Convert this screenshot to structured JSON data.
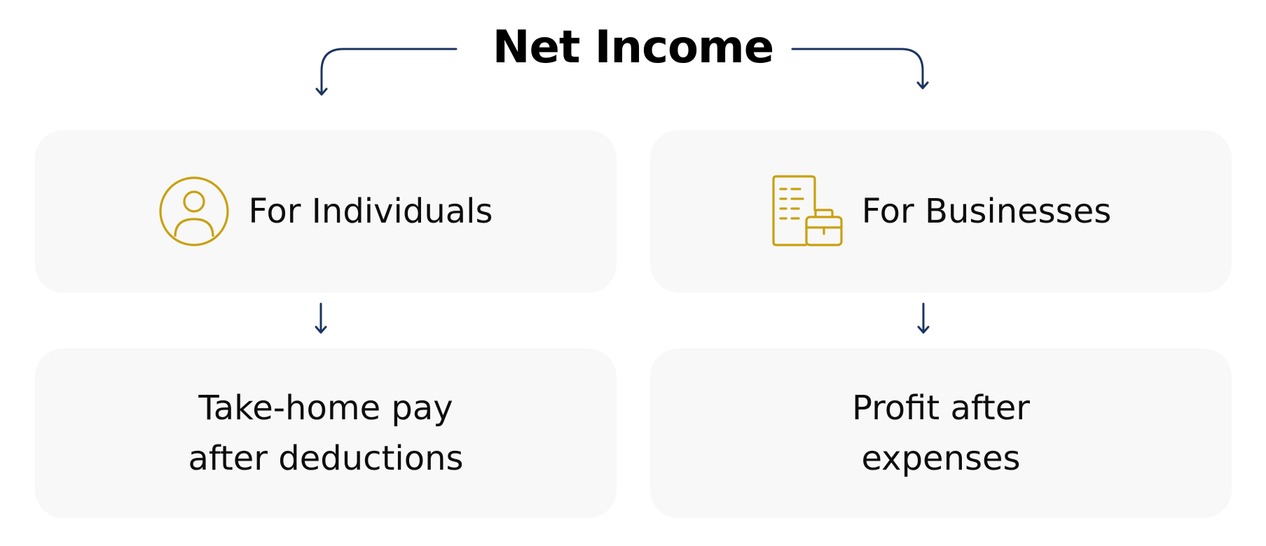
{
  "title": "Net Income",
  "colors": {
    "connector": "#1b3560",
    "accent_icon": "#c9a010",
    "card_background": "#f8f8f8"
  },
  "branches": [
    {
      "heading": "For Individuals",
      "icon": "person-icon",
      "description_lines": [
        "Take-home pay",
        "after deductions"
      ]
    },
    {
      "heading": "For Businesses",
      "icon": "office-building-briefcase-icon",
      "description_lines": [
        "Profit after",
        "expenses"
      ]
    }
  ]
}
